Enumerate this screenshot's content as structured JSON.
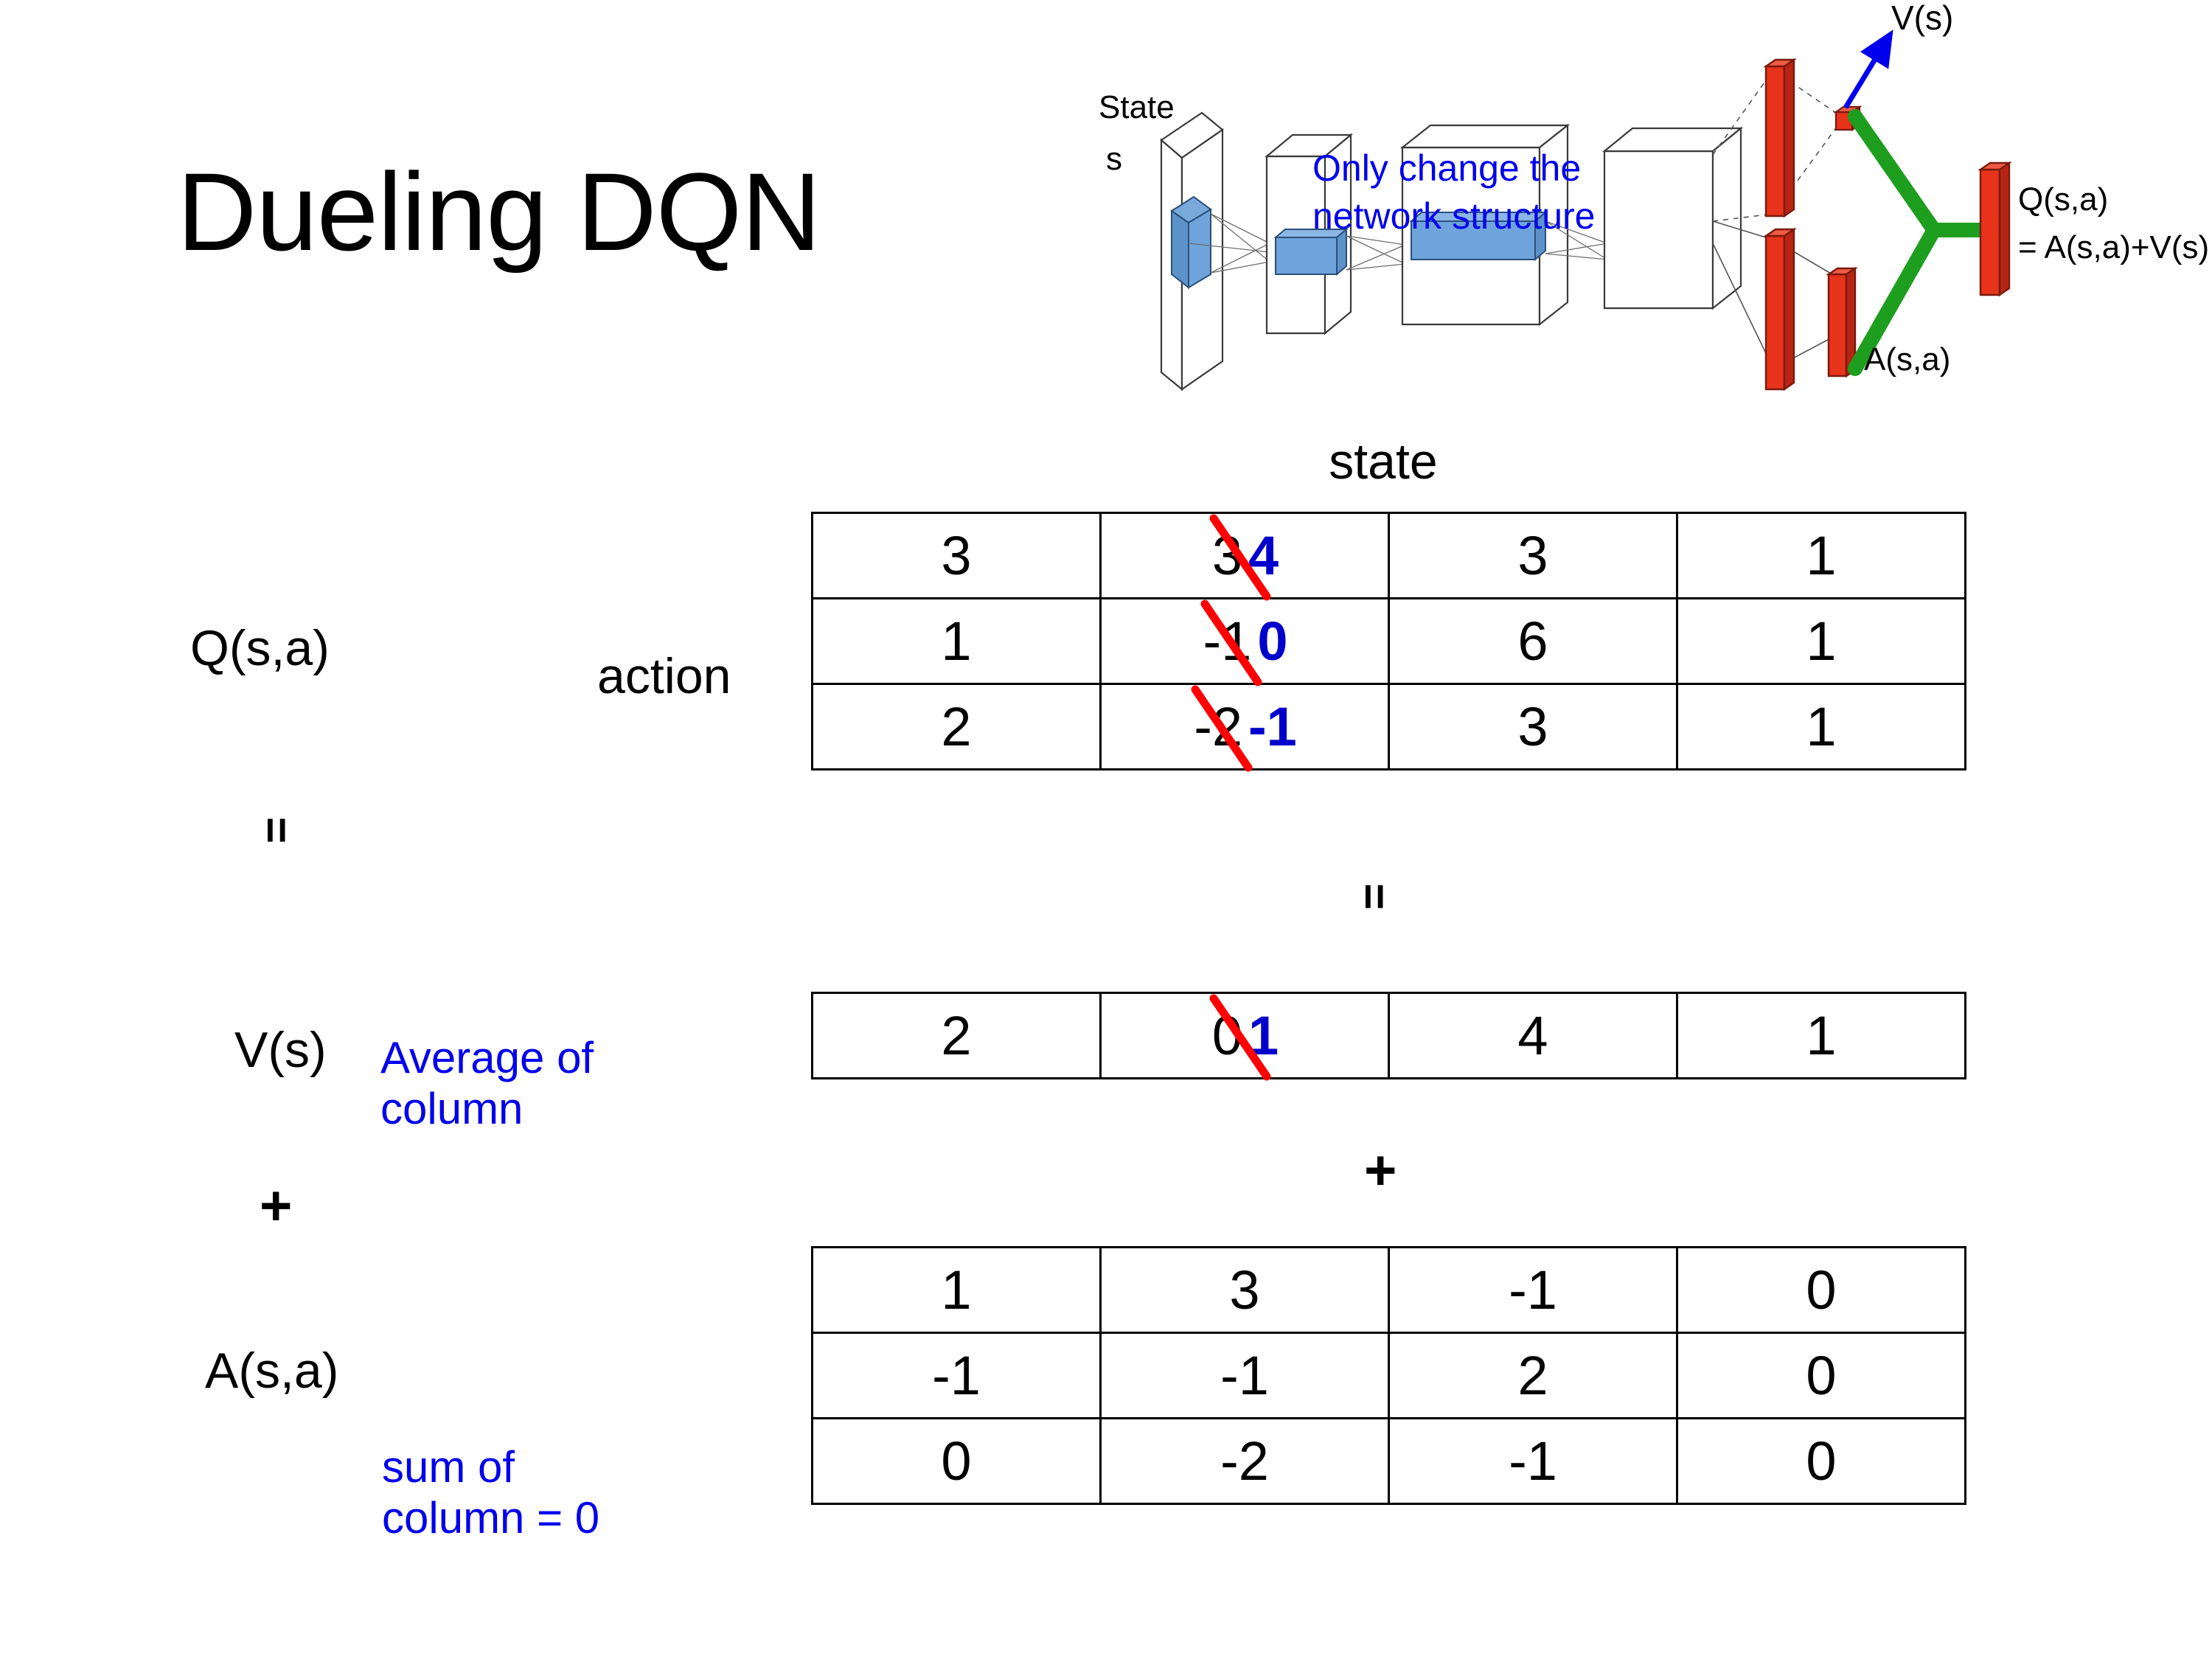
{
  "slide": {
    "title": "Dueling DQN"
  },
  "diagram": {
    "state_label_line1": "State",
    "state_label_line2": "s",
    "note": "Only change the\nnetwork structure",
    "note_line1": "Only change the",
    "note_line2": "network structure",
    "value_output_label": "V(s)",
    "advantage_output_label": "A(s,a)",
    "q_output_label_line1": "Q(s,a)",
    "q_output_label_line2": "= A(s,a)+V(s)",
    "colors": {
      "note_blue": "#0000EE",
      "arrow_blue": "#0000EE",
      "bar_red": "#E8331B",
      "combine_green": "#1E9E1E",
      "conv_blue": "#6EA4DB"
    }
  },
  "headers": {
    "state": "state",
    "action": "action"
  },
  "labels": {
    "q": "Q(s,a)",
    "v": "V(s)",
    "a": "A(s,a)",
    "equals": "=",
    "plus": "+"
  },
  "notes": {
    "average_line1": "Average of",
    "average_line2": "column",
    "sum_line1": "sum of",
    "sum_line2": "column = 0"
  },
  "chart_data": {
    "type": "table",
    "title": "Dueling DQN decomposition Q(s,a) = V(s) + A(s,a)",
    "column_axis": "state",
    "row_axis": "action",
    "tables": [
      {
        "name": "Q",
        "label": "Q(s,a)",
        "rows": [
          [
            {
              "value": "3"
            },
            {
              "value": "3",
              "edited": true,
              "new_value": "4"
            },
            {
              "value": "3"
            },
            {
              "value": "1"
            }
          ],
          [
            {
              "value": "1"
            },
            {
              "value": "-1",
              "edited": true,
              "new_value": "0"
            },
            {
              "value": "6"
            },
            {
              "value": "1"
            }
          ],
          [
            {
              "value": "2"
            },
            {
              "value": "-2",
              "edited": true,
              "new_value": "-1"
            },
            {
              "value": "3"
            },
            {
              "value": "1"
            }
          ]
        ]
      },
      {
        "name": "V",
        "label": "V(s)",
        "rows": [
          [
            {
              "value": "2"
            },
            {
              "value": "0",
              "edited": true,
              "new_value": "1"
            },
            {
              "value": "4"
            },
            {
              "value": "1"
            }
          ]
        ]
      },
      {
        "name": "A",
        "label": "A(s,a)",
        "rows": [
          [
            {
              "value": "1"
            },
            {
              "value": "3"
            },
            {
              "value": "-1"
            },
            {
              "value": "0"
            }
          ],
          [
            {
              "value": "-1"
            },
            {
              "value": "-1"
            },
            {
              "value": "2"
            },
            {
              "value": "0"
            }
          ],
          [
            {
              "value": "0"
            },
            {
              "value": "-2"
            },
            {
              "value": "-1"
            },
            {
              "value": "0"
            }
          ]
        ]
      }
    ],
    "annotations": [
      {
        "target": "V",
        "text": "Average of column"
      },
      {
        "target": "A",
        "text": "sum of column = 0"
      }
    ],
    "colors": {
      "correction_blue": "#0000CC",
      "strikethrough_red": "#FF0000",
      "annotation_blue": "#0000EE"
    }
  }
}
